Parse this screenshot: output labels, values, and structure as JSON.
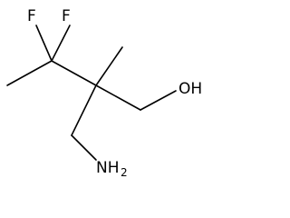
{
  "molecule": {
    "atoms": {
      "f1": "F",
      "f2": "F",
      "oh": "OH",
      "nh2_main": "NH",
      "nh2_sub": "2"
    }
  }
}
